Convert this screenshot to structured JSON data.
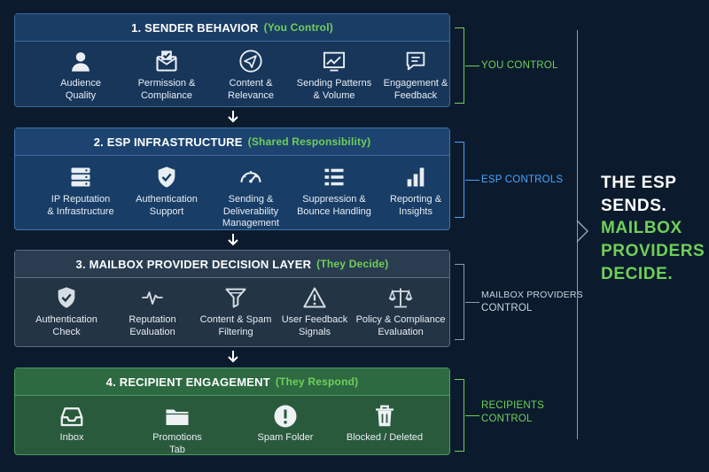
{
  "sections": [
    {
      "title": "1. SENDER BEHAVIOR",
      "subtitle": "(You Control)",
      "items": [
        {
          "line1": "Audience",
          "line2": "Quality",
          "icon": "person-icon"
        },
        {
          "line1": "Permission &",
          "line2": "Compliance",
          "icon": "envelope-check-icon"
        },
        {
          "line1": "Content &",
          "line2": "Relevance",
          "icon": "paper-plane-icon"
        },
        {
          "line1": "Sending Patterns",
          "line2": "& Volume",
          "icon": "line-chart-icon"
        },
        {
          "line1": "Engagement &",
          "line2": "Feedback",
          "icon": "chat-bubble-icon"
        }
      ]
    },
    {
      "title": "2. ESP INFRASTRUCTURE",
      "subtitle": "(Shared Responsibility)",
      "items": [
        {
          "line1": "IP Reputation",
          "line2": "& Infrastructure",
          "icon": "server-icon"
        },
        {
          "line1": "Authentication",
          "line2": "Support",
          "icon": "shield-check-icon"
        },
        {
          "line1": "Sending &",
          "line2": "Deliverability",
          "line3": "Management",
          "icon": "gauge-icon"
        },
        {
          "line1": "Suppression &",
          "line2": "Bounce Handling",
          "icon": "list-icon"
        },
        {
          "line1": "Reporting &",
          "line2": "Insights",
          "icon": "bar-chart-icon"
        }
      ]
    },
    {
      "title": "3. MAILBOX PROVIDER DECISION LAYER",
      "subtitle": "(They Decide)",
      "items": [
        {
          "line1": "Authentication",
          "line2": "Check",
          "icon": "shield-check-icon"
        },
        {
          "line1": "Reputation",
          "line2": "Evaluation",
          "icon": "pulse-icon"
        },
        {
          "line1": "Content & Spam",
          "line2": "Filtering",
          "icon": "funnel-icon"
        },
        {
          "line1": "User Feedback",
          "line2": "Signals",
          "icon": "warning-icon"
        },
        {
          "line1": "Policy & Compliance",
          "line2": "Evaluation",
          "icon": "scales-icon"
        }
      ]
    },
    {
      "title": "4. RECIPIENT ENGAGEMENT",
      "subtitle": "(They Respond)",
      "items": [
        {
          "line1": "Inbox",
          "icon": "inbox-tray-icon"
        },
        {
          "line1": "Promotions",
          "line2": "Tab",
          "icon": "folder-icon"
        },
        {
          "line1": "Spam Folder",
          "icon": "alert-circle-icon"
        },
        {
          "line1": "Blocked / Deleted",
          "icon": "trash-icon"
        }
      ]
    }
  ],
  "side_labels": [
    {
      "line1": "YOU CONTROL",
      "color": "#6fd058"
    },
    {
      "line1": "ESP CONTROLS",
      "color": "#4aa3ff"
    },
    {
      "line1": "MAILBOX PROVIDERS",
      "line2": "CONTROL",
      "color": "#c9d3de"
    },
    {
      "line1": "RECIPIENTS",
      "line2": "CONTROL",
      "color": "#6fd058"
    }
  ],
  "headline": {
    "line1": "THE ESP",
    "line2": "SENDS.",
    "line3": "MAILBOX",
    "line4": "PROVIDERS",
    "line5": "DECIDE."
  },
  "colors": {
    "accent_green": "#6fd058",
    "accent_blue": "#4aa3ff",
    "background": "#0b1b2d"
  }
}
